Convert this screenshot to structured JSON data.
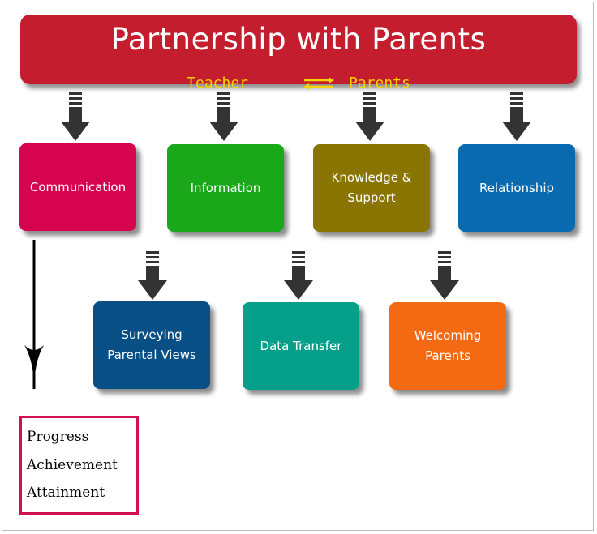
{
  "banner": {
    "title": "Partnership with Parents",
    "left_label": "Teacher",
    "right_label": "Parents",
    "color": "#c41e2e",
    "subtitle_color": "#f5d400",
    "exchange_icon": "exchange-arrows-icon"
  },
  "top_row": [
    {
      "label": "Communication",
      "color": "#d6034f"
    },
    {
      "label": "Information",
      "color": "#1aa81a"
    },
    {
      "label": "Knowledge & Support",
      "color": "#8b7502"
    },
    {
      "label": "Relationship",
      "color": "#0a6ab0"
    }
  ],
  "bottom_row": [
    {
      "label": "Surveying Parental Views",
      "color": "#084f86"
    },
    {
      "label": "Data Transfer",
      "color": "#06a08a"
    },
    {
      "label": "Welcoming Parents",
      "color": "#f36a12"
    }
  ],
  "outcomes": {
    "items": [
      "Progress",
      "Achievement",
      "Attainment"
    ],
    "border_color": "#d3104e"
  },
  "arrow_icon": "down-arrow-icon"
}
